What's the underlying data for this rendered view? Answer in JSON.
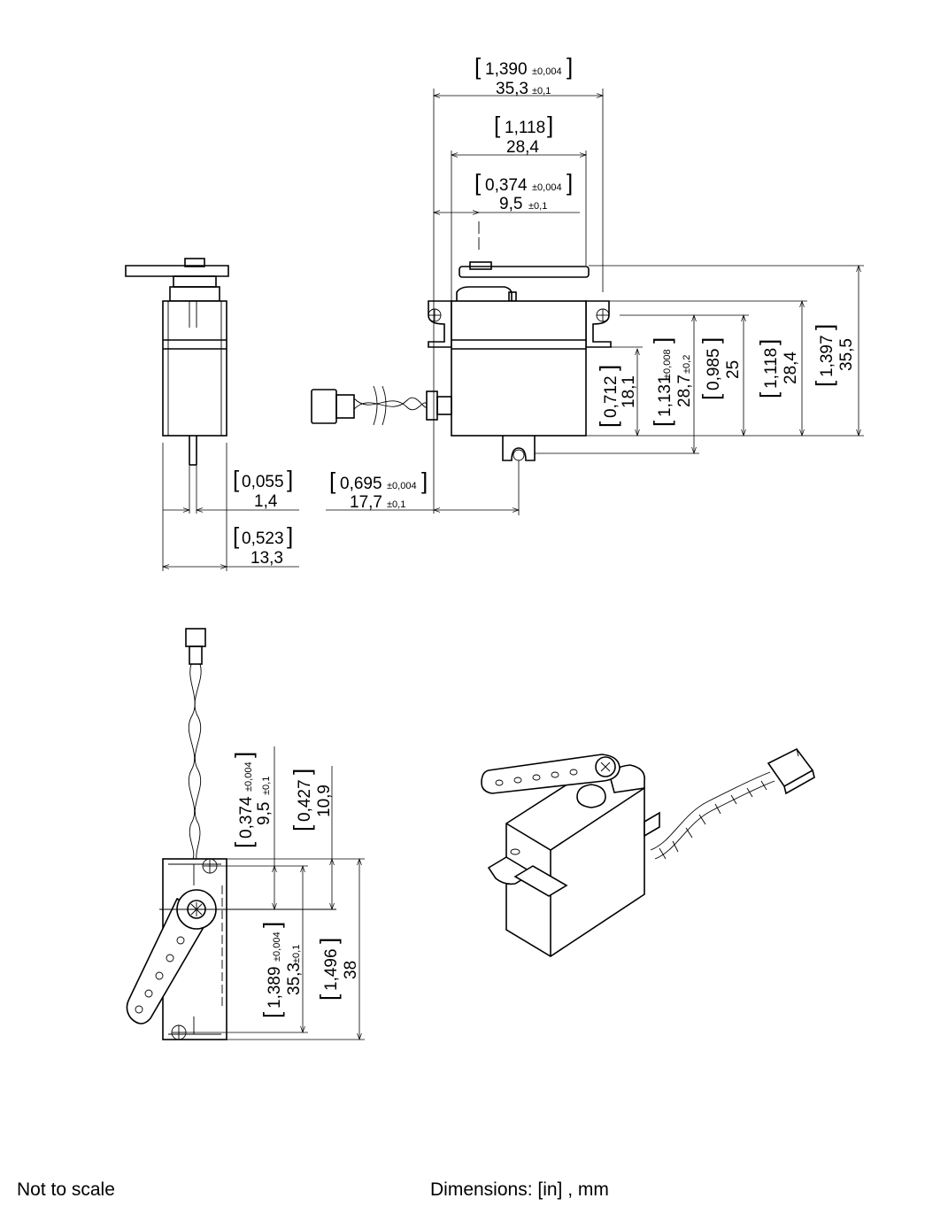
{
  "dimensions": {
    "overall_width": {
      "inch": "1,390",
      "inch_tol": "±0,004",
      "mm": "35,3",
      "mm_tol": "±0,1"
    },
    "mount_hole_spacing": {
      "inch": "1,118",
      "mm": "28,4"
    },
    "shaft_offset": {
      "inch": "0,374",
      "inch_tol": "±0,004",
      "mm": "9,5",
      "mm_tol": "±0,1"
    },
    "flange_height": {
      "inch": "0,712",
      "mm": "18,1"
    },
    "shaft_to_bottom_side": {
      "inch": "1,131",
      "inch_tol": "±0,008",
      "mm": "28,7",
      "mm_tol": "±0,2"
    },
    "body_height": {
      "inch": "0,985",
      "mm": "25"
    },
    "height_to_flange_top": {
      "inch": "1,118",
      "mm": "28,4"
    },
    "total_height": {
      "inch": "1,397",
      "mm": "35,5"
    },
    "shaft_diameter": {
      "inch": "0,055",
      "mm": "1,4"
    },
    "body_depth": {
      "inch": "0,523",
      "mm": "13,3"
    },
    "tab_offset": {
      "inch": "0,695",
      "inch_tol": "±0,004",
      "mm": "17,7",
      "mm_tol": "±0,1"
    },
    "top_shaft_offset": {
      "inch": "0,374",
      "inch_tol": "±0,004",
      "mm": "9,5",
      "mm_tol": "±0,1"
    },
    "top_hole_offset": {
      "inch": "0,427",
      "mm": "10,9"
    },
    "top_hole_spacing": {
      "inch": "1,389",
      "inch_tol": "±0,004",
      "mm": "35,3",
      "mm_tol": "±0,1"
    },
    "top_total_length": {
      "inch": "1,496",
      "mm": "38"
    }
  },
  "footer": {
    "left": "Not to scale",
    "right": "Dimensions: [in] , mm"
  }
}
